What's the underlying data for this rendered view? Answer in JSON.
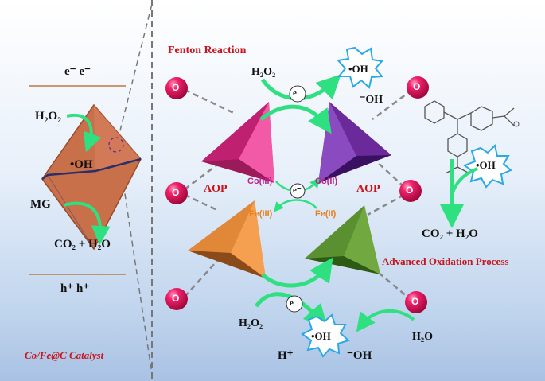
{
  "left_panel": {
    "electrons_top": "e⁻  e⁻",
    "h2o2_main": "H",
    "h2o2_sub1": "2",
    "h2o2_mid": "O",
    "h2o2_sub2": "2",
    "oh_radical": "•OH",
    "mg": "MG",
    "products": "CO₂ + H₂O",
    "holes_bottom": "h⁺  h⁺",
    "catalyst_name": "Co/Fe@C Catalyst"
  },
  "right_panel": {
    "fenton_title": "Fenton Reaction",
    "h2o2_top": "H₂O₂",
    "electron": "e⁻",
    "oh_radical_top": "•OH",
    "hydroxide_top": "⁻OH",
    "aop_left": "AOP",
    "aop_right": "AOP",
    "co3": "Co(III)",
    "co2": "Co(II)",
    "fe3": "Fe(III)",
    "fe2": "Fe(II)",
    "oxygen": "O",
    "h2o2_bottom": "H₂O₂",
    "oh_radical_bottom": "•OH",
    "proton": "H⁺",
    "hydroxide_bottom": "⁻OH",
    "water": "H₂O",
    "oh_radical_dye": "•OH",
    "dye_products": "CO₂ + H₂O",
    "aop_full": "Advanced Oxidation Process"
  },
  "colors": {
    "red_text": "#c8141b",
    "oxygen_sphere": "#e0105c",
    "arrow_green": "#2fe080",
    "pink_tetra": "#e0308c",
    "purple_tetra": "#6a2a9a",
    "orange_tetra": "#e08838",
    "green_tetra": "#5a9030",
    "octahedron": "#c8704a"
  }
}
